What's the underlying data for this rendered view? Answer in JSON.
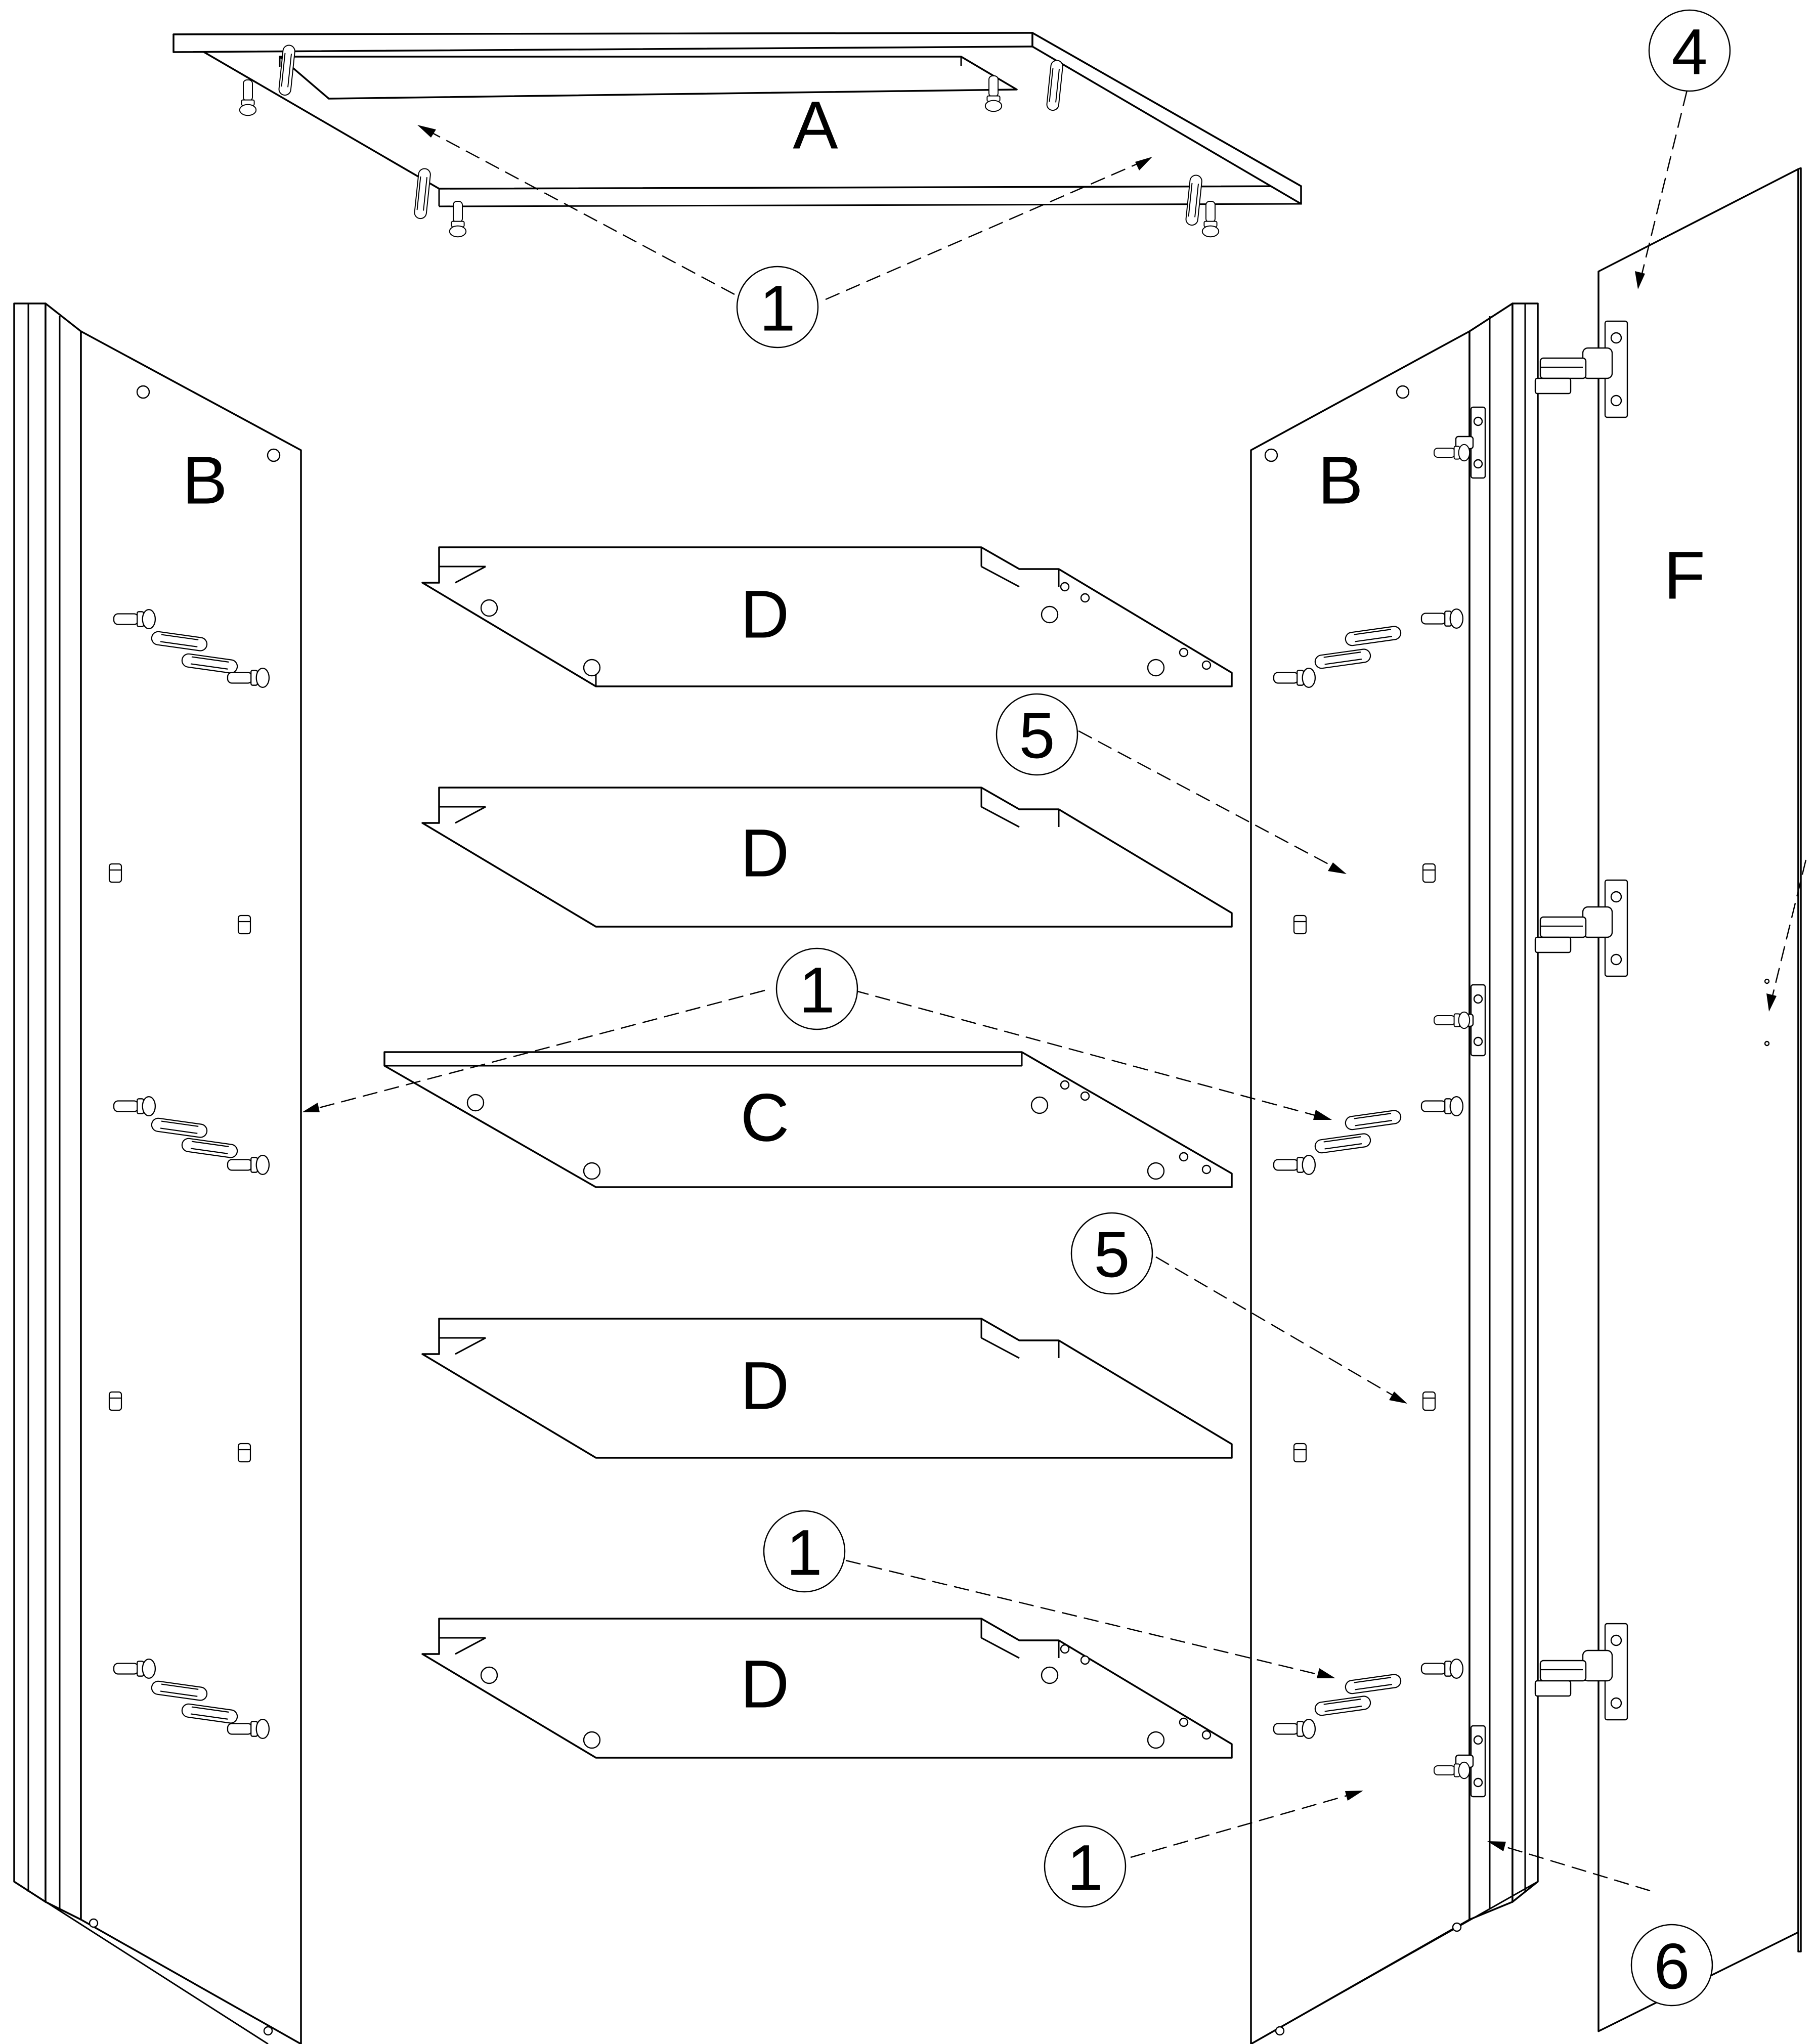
{
  "parts": [
    {
      "id": "top-panel",
      "letter": "A"
    },
    {
      "id": "left-side-panel",
      "letter": "B"
    },
    {
      "id": "right-side-panel",
      "letter": "B"
    },
    {
      "id": "door",
      "letter": "F"
    },
    {
      "id": "shelf-1",
      "letter": "D"
    },
    {
      "id": "shelf-2",
      "letter": "D"
    },
    {
      "id": "middle-shelf",
      "letter": "C"
    },
    {
      "id": "shelf-4",
      "letter": "D"
    },
    {
      "id": "shelf-5",
      "letter": "D"
    }
  ],
  "callouts": [
    {
      "id": "callout-1-top",
      "number": "1"
    },
    {
      "id": "callout-4",
      "number": "4"
    },
    {
      "id": "callout-5-upper",
      "number": "5"
    },
    {
      "id": "callout-1-middle",
      "number": "1"
    },
    {
      "id": "callout-5-lower",
      "number": "5"
    },
    {
      "id": "callout-1-lower",
      "number": "1"
    },
    {
      "id": "callout-1-bottom",
      "number": "1"
    },
    {
      "id": "callout-6",
      "number": "6"
    }
  ]
}
